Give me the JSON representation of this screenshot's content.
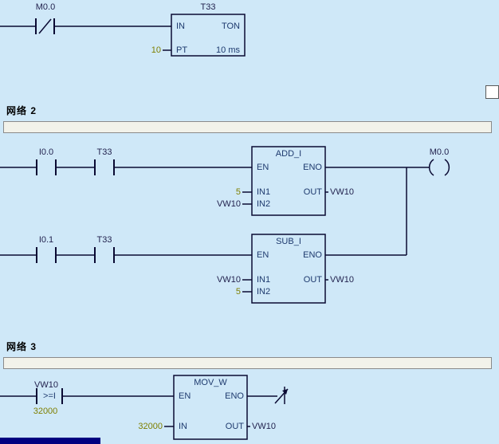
{
  "colors": {
    "background": "#cfe8f8",
    "wire": "#0a0a33",
    "box_text": "#1e3a6e",
    "operand_text": "#23234f",
    "constant_text": "#7f7f00",
    "comment_bar": "#f2f2ea",
    "selection": "#000080"
  },
  "network1": {
    "contact_label": "M0.0",
    "timer_label": "T33",
    "box_in": "IN",
    "box_type": "TON",
    "box_pt": "PT",
    "box_time": "10 ms",
    "pt_value": "10"
  },
  "network2": {
    "title": "网络 2",
    "rung1": {
      "contact1": "I0.0",
      "contact2": "T33",
      "box_title": "ADD_I",
      "en": "EN",
      "eno": "ENO",
      "in1": "IN1",
      "in2": "IN2",
      "out": "OUT",
      "in1_value": "5",
      "in2_value": "VW10",
      "out_value": "VW10",
      "coil_label": "M0.0"
    },
    "rung2": {
      "contact1": "I0.1",
      "contact2": "T33",
      "box_title": "SUB_I",
      "en": "EN",
      "eno": "ENO",
      "in1": "IN1",
      "in2": "IN2",
      "out": "OUT",
      "in1_value": "VW10",
      "in2_value": "5",
      "out_value": "VW10"
    }
  },
  "network3": {
    "title": "网络 3",
    "compare_operand": "VW10",
    "compare_op": ">=I",
    "compare_value": "32000",
    "box_title": "MOV_W",
    "en": "EN",
    "eno": "ENO",
    "in": "IN",
    "out": "OUT",
    "in_value": "32000",
    "out_value": "VW10"
  }
}
